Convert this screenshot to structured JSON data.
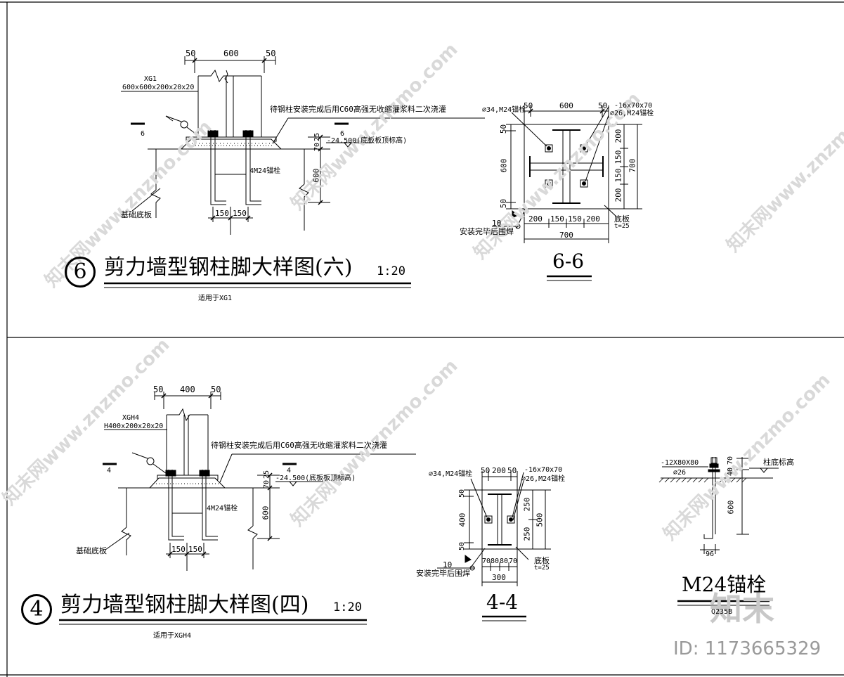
{
  "watermark": {
    "text": "知末网www.znzmo.com",
    "id_label": "ID: 1173665329",
    "logo": "知末"
  },
  "drawing6": {
    "circle_num": "6",
    "title": "剪力墙型钢柱脚大样图(六)",
    "scale": "1:20",
    "applies": "适用于XG1",
    "dim_top": [
      "50",
      "600",
      "50"
    ],
    "col_name": "XG1",
    "col_size": "600x600x200x20x20",
    "grout_note": "待钢柱安装完成后用C60高强无收缩灌浆料二次浇灌",
    "section_mark": "6",
    "dim_right": [
      "25",
      "70",
      "600"
    ],
    "elev": "-24.500(底板板顶标高)",
    "bolts": "4M24锚栓",
    "dim_bottom": [
      "150",
      "150"
    ],
    "base_label": "基础底板"
  },
  "section66": {
    "title": "6-6",
    "hole": "⌀34,M24锚栓",
    "washer": "-16x70x70",
    "hole2": "⌀26,M24锚栓",
    "dim_top": [
      "50",
      "600",
      "50"
    ],
    "dim_left": [
      "50",
      "600",
      "50"
    ],
    "dim_right": [
      "200",
      "150",
      "150",
      "200"
    ],
    "dim_right_total": "700",
    "dim_bottom": [
      "200",
      "150",
      "150",
      "200"
    ],
    "dim_bottom_total": "700",
    "plate": "底板",
    "plate_t": "t=25",
    "weld_size": "10",
    "weld_note": "安装完毕后围焊"
  },
  "drawing4": {
    "circle_num": "4",
    "title": "剪力墙型钢柱脚大样图(四)",
    "scale": "1:20",
    "applies": "适用于XGH4",
    "dim_top": [
      "50",
      "400",
      "50"
    ],
    "col_name": "XGH4",
    "col_size": "H400x200x20x20",
    "grout_note": "待钢柱安装完成后用C60高强无收缩灌浆料二次浇灌",
    "section_mark": "4",
    "dim_right": [
      "25",
      "70",
      "600"
    ],
    "elev": "-24.500(底板板顶标高)",
    "bolts": "4M24锚栓",
    "dim_bottom": [
      "150",
      "150"
    ],
    "base_label": "基础底板"
  },
  "section44": {
    "title": "4-4",
    "hole": "⌀34,M24锚栓",
    "dim_top": [
      "50",
      "200",
      "50"
    ],
    "washer": "-16x70x70",
    "hole2": "⌀26,M24锚栓",
    "dim_left": [
      "50",
      "400",
      "50"
    ],
    "dim_right": [
      "250",
      "250"
    ],
    "dim_right_total": "500",
    "dim_bottom": [
      "70",
      "80",
      "80",
      "70"
    ],
    "dim_bottom_total": "300",
    "plate": "底板",
    "plate_t": "t=25",
    "weld_size": "10",
    "weld_note": "安装完毕后围焊"
  },
  "anchor": {
    "title": "M24锚栓",
    "material": "Q235B",
    "washer": "-12X80X80",
    "hole": "⌀26",
    "col_base": "柱底标高",
    "dims": [
      "70",
      "40",
      "600"
    ],
    "hook": "96"
  }
}
